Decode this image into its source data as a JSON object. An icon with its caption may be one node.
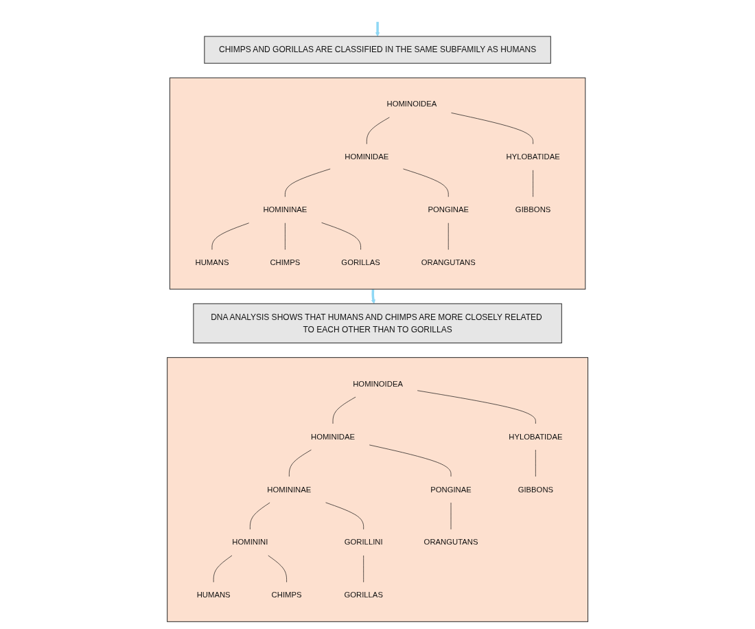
{
  "diagram": {
    "nodes": [
      {
        "text": [
          "CHIMPS AND GORILLAS ARE CLASSIFIED IN THE SAME SUBFAMILY AS HUMANS"
        ]
      },
      {
        "text": [],
        "shape": "box"
      },
      {
        "text": [
          "HOMINOIDEA"
        ],
        "in": 1
      },
      {
        "text": [
          "HOMINIDAE"
        ],
        "in": 1
      },
      {
        "text": [
          "HYLOBATIDAE"
        ],
        "in": 1
      },
      {
        "text": [
          "HOMININAE"
        ],
        "in": 1
      },
      {
        "text": [
          "PONGINAE"
        ],
        "in": 1
      },
      {
        "text": [
          "HUMANS"
        ],
        "in": 1
      },
      {
        "text": [
          "CHIMPS"
        ],
        "in": 1
      },
      {
        "text": [
          "GORILLAS"
        ],
        "in": 1
      },
      {
        "text": [
          "ORANGUTANS"
        ],
        "in": 1
      },
      {
        "text": [
          "GIBBONS"
        ],
        "in": 1
      },
      {
        "text": [
          "DNA ANALYSIS SHOWS THAT HUMANS AND CHIMPS ARE MORE CLOSELY RELATED TO EACH OTHER THAN TO GORILLAS"
        ]
      },
      {
        "text": [],
        "shape": "box"
      },
      {
        "text": [
          "HOMINOIDEA"
        ],
        "in": 13
      },
      {
        "text": [
          "HOMINIDAE"
        ],
        "in": 13
      },
      {
        "text": [
          "HYLOBATIDAE"
        ],
        "in": 13
      },
      {
        "text": [
          "HOMININAE"
        ],
        "in": 13
      },
      {
        "text": [
          "PONGINAE"
        ],
        "in": 13
      },
      {
        "text": [
          "HOMININI"
        ],
        "in": 13
      },
      {
        "text": [
          "GORILLINI"
        ],
        "in": 13
      },
      {
        "text": [
          "HUMANS"
        ],
        "in": 13
      },
      {
        "text": [
          "CHIMPS"
        ],
        "in": 13
      },
      {
        "text": [
          "GORILLAS"
        ],
        "in": 13
      },
      {
        "text": [
          "ORANGUTANS"
        ],
        "in": 13
      },
      {
        "text": [
          "GIBBONS"
        ],
        "in": 13
      }
    ],
    "edges": [
      {
        "from": null,
        "to": 0,
        "arrow": "to",
        "style": "thick",
        "color": "#8fd8f5"
      },
      {
        "from": 2,
        "to": 3,
        "arrow": "none"
      },
      {
        "from": 2,
        "to": 4,
        "arrow": "none"
      },
      {
        "from": 3,
        "to": 5,
        "arrow": "none"
      },
      {
        "from": 3,
        "to": 6,
        "arrow": "none"
      },
      {
        "from": 5,
        "to": 7,
        "arrow": "none"
      },
      {
        "from": 5,
        "to": 8,
        "arrow": "none"
      },
      {
        "from": 5,
        "to": 9,
        "arrow": "none"
      },
      {
        "from": 6,
        "to": 10,
        "arrow": "none"
      },
      {
        "from": 4,
        "to": 11,
        "arrow": "none"
      },
      {
        "from": 1,
        "to": 12,
        "arrow": "to",
        "style": "thick",
        "color": "#8fd8f5"
      },
      {
        "from": 14,
        "to": 15,
        "arrow": "none"
      },
      {
        "from": 14,
        "to": 16,
        "arrow": "none"
      },
      {
        "from": 15,
        "to": 17,
        "arrow": "none"
      },
      {
        "from": 15,
        "to": 18,
        "arrow": "none"
      },
      {
        "from": 17,
        "to": 19,
        "arrow": "none"
      },
      {
        "from": 17,
        "to": 20,
        "arrow": "none"
      },
      {
        "from": 19,
        "to": 21,
        "arrow": "none"
      },
      {
        "from": 19,
        "to": 22,
        "arrow": "none"
      },
      {
        "from": 20,
        "to": 23,
        "arrow": "none"
      },
      {
        "from": 18,
        "to": 24,
        "arrow": "none"
      },
      {
        "from": 16,
        "to": 25,
        "arrow": "none"
      }
    ]
  }
}
